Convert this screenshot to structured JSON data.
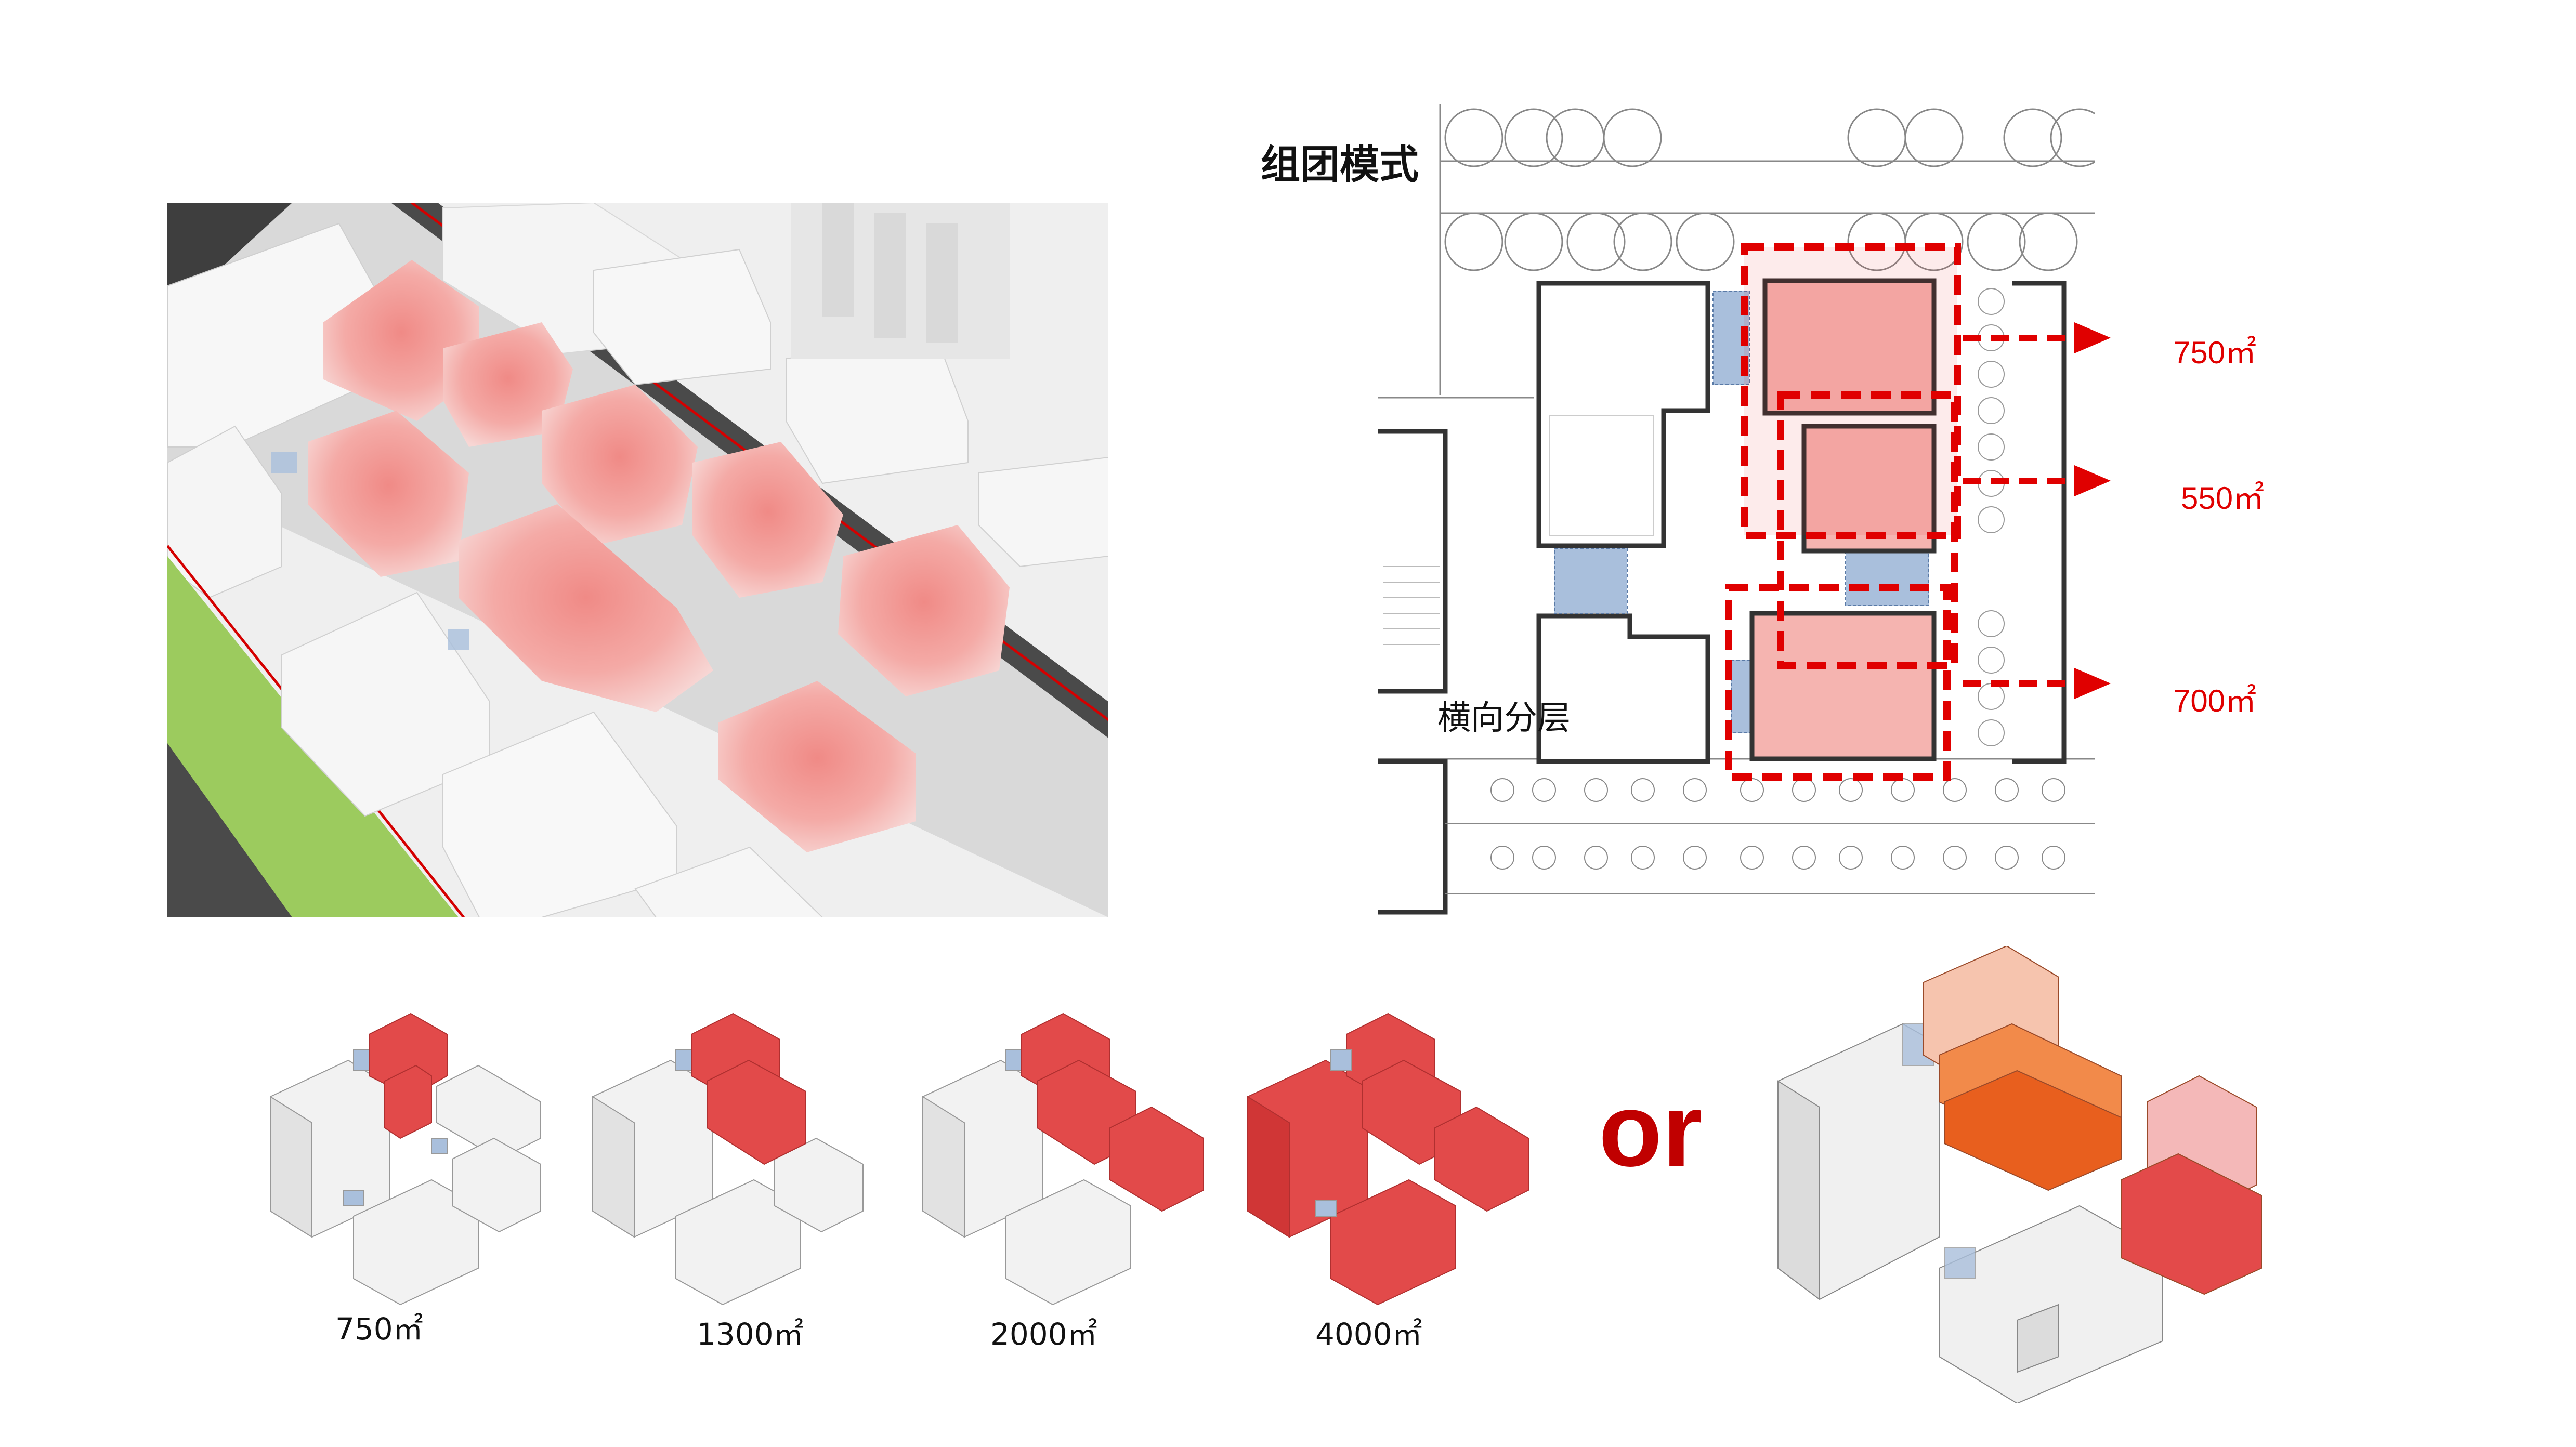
{
  "plan": {
    "title": "组团模式",
    "note": "横向分层",
    "areas": [
      {
        "label": "750㎡"
      },
      {
        "label": "550㎡"
      },
      {
        "label": "700㎡"
      }
    ]
  },
  "options": {
    "or_label": "or",
    "models": [
      {
        "label": "750㎡"
      },
      {
        "label": "1300㎡"
      },
      {
        "label": "2000㎡"
      },
      {
        "label": "4000㎡"
      }
    ]
  },
  "colors": {
    "highlight_red": "#e03c3c",
    "dashed_red": "#e00000",
    "pink_fill": "#f5b4b0",
    "link_blue": "#a9bfdc",
    "or_text": "#c00000",
    "green_strip": "#9ccb5e",
    "road_dark": "#4a4a4a"
  }
}
